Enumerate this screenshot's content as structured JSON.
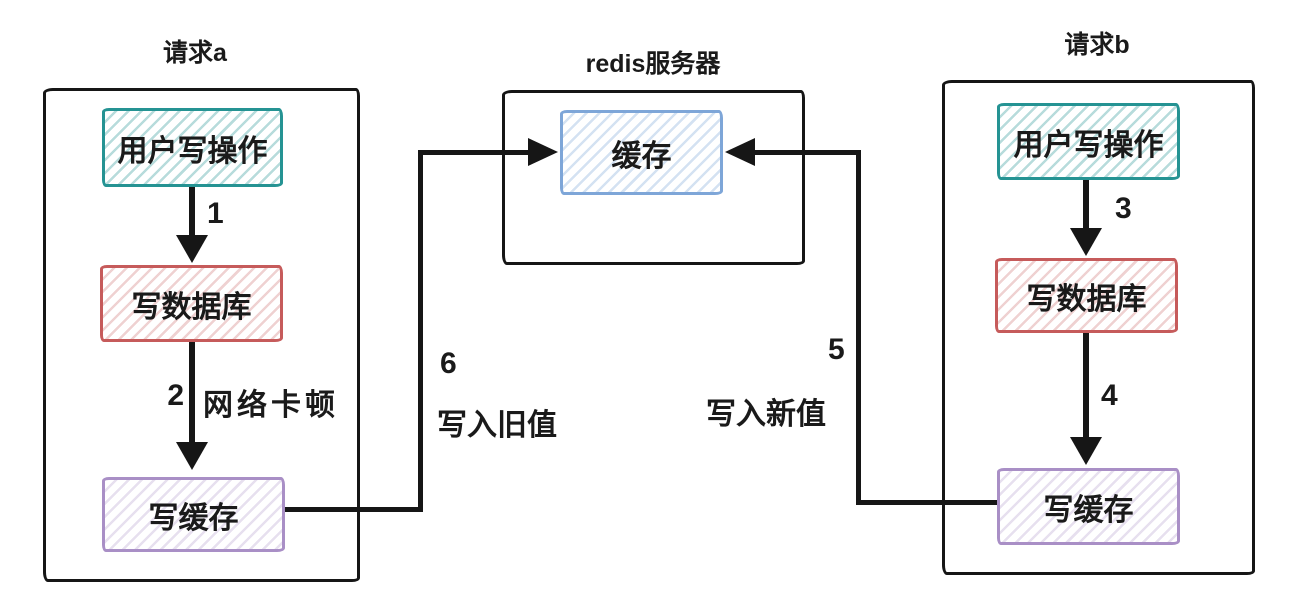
{
  "diagram": {
    "request_a": {
      "title": "请求a",
      "nodes": {
        "user_write": "用户写操作",
        "write_db": "写数据库",
        "write_cache": "写缓存"
      }
    },
    "redis_server": {
      "title": "redis服务器",
      "nodes": {
        "cache": "缓存"
      }
    },
    "request_b": {
      "title": "请求b",
      "nodes": {
        "user_write": "用户写操作",
        "write_db": "写数据库",
        "write_cache": "写缓存"
      }
    },
    "edges": {
      "step_1": {
        "label": "1"
      },
      "step_2": {
        "label": "2",
        "note": "网络卡顿"
      },
      "step_3": {
        "label": "3"
      },
      "step_4": {
        "label": "4"
      },
      "step_5": {
        "label": "5",
        "note": "写入新值"
      },
      "step_6": {
        "label": "6",
        "note": "写入旧值"
      }
    },
    "colors": {
      "user_write_node": "#259393",
      "write_db_node": "#c65b5b",
      "write_cache_node": "#a98fc6",
      "cache_node": "#7ea6d8",
      "line": "#161616",
      "background": "#ffffff"
    }
  }
}
